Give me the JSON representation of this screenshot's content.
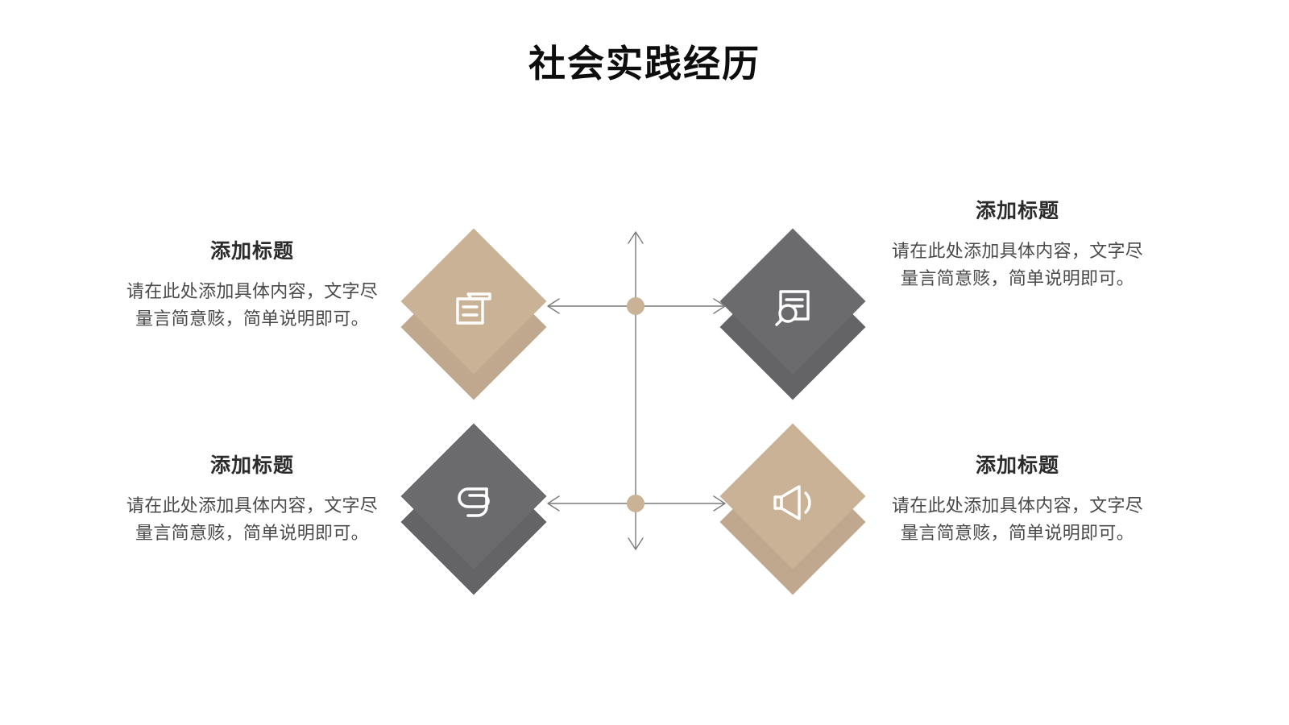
{
  "slide": {
    "title": "社会实践经历",
    "background_color": "#ffffff",
    "title_color": "#0d0d0d"
  },
  "theme": {
    "tan": "#c9b295",
    "tan_shadow": "#bfa88d",
    "gray": "#6b6b6e",
    "gray_shadow": "#646467",
    "axis_line": "#7a7a7a",
    "node_dot": "#c9b295",
    "body_text": "#4a4a4a",
    "heading_text": "#2b2b2b"
  },
  "items": [
    {
      "id": "top-left",
      "heading": "添加标题",
      "body": "请在此处添加具体内容，文字尽量言简意赅，简单说明即可。",
      "icon": "archive-box-icon",
      "color": "#c9b295",
      "style": "tan"
    },
    {
      "id": "top-right",
      "heading": "添加标题",
      "body": "请在此处添加具体内容，文字尽量言简意赅，简单说明即可。",
      "icon": "document-search-icon",
      "color": "#6b6b6e",
      "style": "gray"
    },
    {
      "id": "bottom-left",
      "heading": "添加标题",
      "body": "请在此处添加具体内容，文字尽量言简意赅，简单说明即可。",
      "icon": "paperclip-icon",
      "color": "#6b6b6e",
      "style": "gray"
    },
    {
      "id": "bottom-right",
      "heading": "添加标题",
      "body": "请在此处添加具体内容，文字尽量言简意赅，简单说明即可。",
      "icon": "megaphone-icon",
      "color": "#c9b295",
      "style": "tan"
    }
  ],
  "center_graphic": {
    "name": "double-axis-connector",
    "vertical_arrow": "two-headed-vertical-arrow",
    "horizontal_arrows": [
      "two-headed-horizontal-arrow-upper",
      "two-headed-horizontal-arrow-lower"
    ],
    "node_count": 2
  }
}
